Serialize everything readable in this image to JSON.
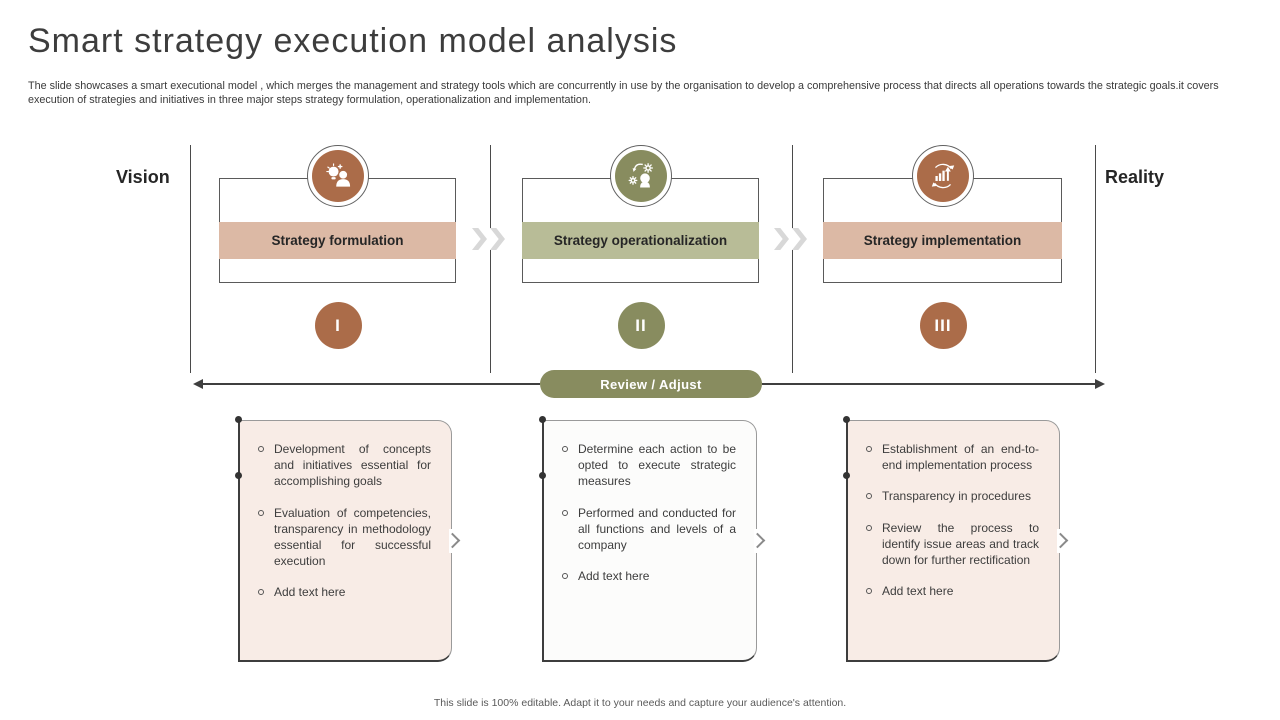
{
  "slide": {
    "title": "Smart strategy execution model analysis",
    "description_line1": "The slide showcases a smart executional model , which merges the management and strategy tools which are concurrently in use by the organisation to develop a comprehensive process that directs all operations towards the strategic goals.it covers",
    "description_line2": "execution of strategies and initiatives in three major steps strategy formulation, operationalization and implementation.",
    "footer": "This slide is 100% editable. Adapt it to your needs and capture your audience's attention."
  },
  "endpoints": {
    "left_label": "Vision",
    "right_label": "Reality"
  },
  "review_pill": {
    "label": "Review / Adjust"
  },
  "stages": [
    {
      "title": "Strategy formulation",
      "numeral": "I",
      "icon": "idea-person-icon",
      "bullets": [
        "Development of concepts and initiatives essential for accomplishing goals",
        "Evaluation of competencies, transparency in methodology essential for successful execution",
        "Add text here"
      ]
    },
    {
      "title": "Strategy operationalization",
      "numeral": "II",
      "icon": "mind-gears-icon",
      "bullets": [
        "Determine each action to be opted to execute strategic measures",
        "Performed and conducted for all functions and levels of a company",
        "Add text here"
      ]
    },
    {
      "title": "Strategy implementation",
      "numeral": "III",
      "icon": "growth-cycle-icon",
      "bullets": [
        "Establishment of an end-to-end implementation process",
        "Transparency in procedures",
        "Review the process to identify issue areas and track down for further rectification",
        "Add text here"
      ]
    }
  ],
  "colors": {
    "brown": "#ab6c49",
    "tan_band": "#dcb9a5",
    "olive": "#888c5f",
    "olive_band": "#b8bc97",
    "pink_callout_bg": "#f8ece6",
    "white_callout_bg": "#fcfcfb",
    "line": "#4a4a4a",
    "chevron_gray": "#d8d8d8"
  }
}
